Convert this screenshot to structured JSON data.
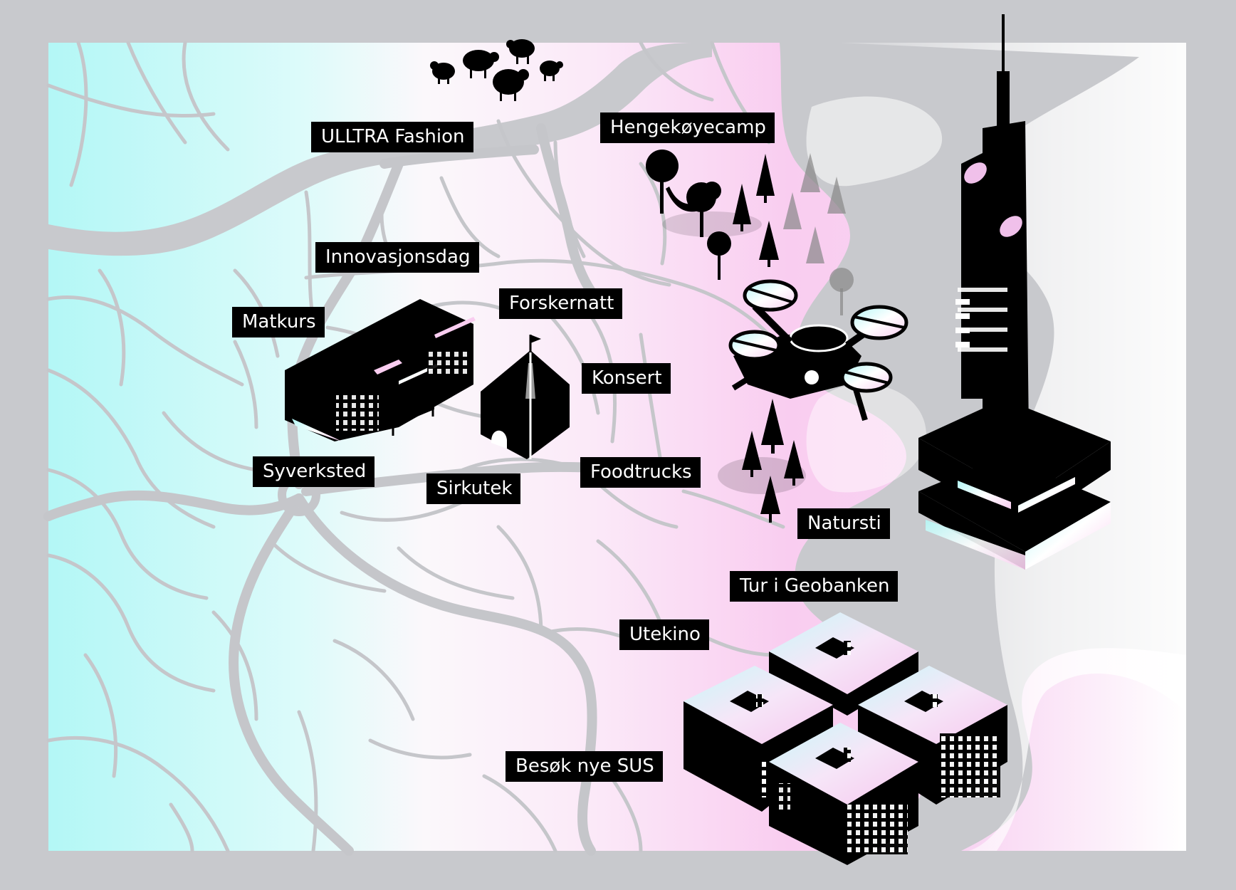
{
  "map": {
    "colors": {
      "frame": "#c8c9cd",
      "water_left": "#b3f7f6",
      "land_mid": "#fdf3fb",
      "land_pink": "#f9cdf0",
      "roads": "#c5c6ca",
      "fjord": "#c8c9cd",
      "label_bg": "#000000",
      "label_text": "#ffffff"
    },
    "labels": [
      {
        "id": "ulltra-fashion",
        "text": "ULLTRA Fashion"
      },
      {
        "id": "hengekoyecamp",
        "text": "Hengekøyecamp"
      },
      {
        "id": "innovasjonsdag",
        "text": "Innovasjonsdag"
      },
      {
        "id": "forskernatt",
        "text": "Forskernatt"
      },
      {
        "id": "matkurs",
        "text": "Matkurs"
      },
      {
        "id": "konsert",
        "text": "Konsert"
      },
      {
        "id": "syverksted",
        "text": "Syverksted"
      },
      {
        "id": "sirkutek",
        "text": "Sirkutek"
      },
      {
        "id": "foodtrucks",
        "text": "Foodtrucks"
      },
      {
        "id": "natursti",
        "text": "Natursti"
      },
      {
        "id": "tur-i-geobanken",
        "text": "Tur i Geobanken"
      },
      {
        "id": "utekino",
        "text": "Utekino"
      },
      {
        "id": "besok-nye-sus",
        "text": "Besøk nye SUS"
      }
    ],
    "icons": [
      "sheep-icon",
      "trees-icon",
      "hammock-icon",
      "drone-icon",
      "school-building-icon",
      "circus-tent-icon",
      "tower-icon",
      "hospital-icon"
    ]
  }
}
